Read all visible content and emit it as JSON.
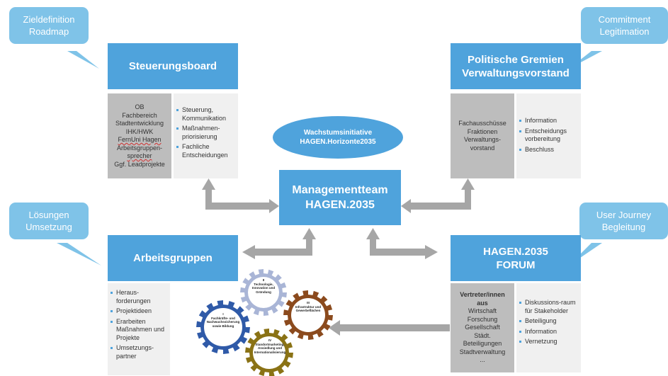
{
  "bubbles": {
    "top_left": [
      "Zieldefinition",
      "Roadmap"
    ],
    "top_right": [
      "Commitment",
      "Legitimation"
    ],
    "mid_left": [
      "Lösungen",
      "Umsetzung"
    ],
    "mid_right": [
      "User Journey",
      "Begleitung"
    ]
  },
  "steuerungsboard": {
    "title": "Steuerungsboard",
    "members": [
      "OB",
      "Fachbereich",
      "Stadtentwicklung",
      "IHK/HWK",
      "FernUni Hagen",
      "Arbeitsgruppen-",
      "sprecher",
      "Ggf. Leadprojekte"
    ],
    "tasks": [
      "Steuerung, Kommunikation",
      "Maßnahmen-priorisierung",
      "Fachliche Entscheidungen"
    ]
  },
  "gremien": {
    "title": [
      "Politische Gremien",
      "Verwaltungsvorstand"
    ],
    "members": [
      "Fachausschüsse",
      "Fraktionen",
      "Verwaltungs-",
      "vorstand"
    ],
    "tasks": [
      "Information",
      "Entscheidungs vorbereitung",
      "Beschluss"
    ]
  },
  "initiative": [
    "Wachstumsinitiative",
    "HAGEN.Horizonte2035"
  ],
  "management": [
    "Managementteam",
    "HAGEN.2035"
  ],
  "arbeitsgruppen": {
    "title": "Arbeitsgruppen",
    "tasks": [
      "Heraus-forderungen",
      "Projektideen",
      "Erarbeiten Maßnahmen und Projekte",
      "Umsetzungs-partner"
    ]
  },
  "forum": {
    "title": [
      "HAGEN.2035",
      "FORUM"
    ],
    "members_head": [
      "Vertreter/innen",
      "aus"
    ],
    "members": [
      "Wirtschaft",
      "Forschung",
      "Gesellschaft",
      "Städt.",
      "Beteiligungen",
      "Stadtverwaltung",
      "..."
    ],
    "tasks": [
      "Diskussions-raum für Stakeholder",
      "Beteiligung",
      "Information",
      "Vernetzung"
    ]
  },
  "gears": [
    {
      "label": "I\nFachkräfte- und Nachwuchssicherung sowie Bildung",
      "color": "#2f5aa8"
    },
    {
      "label": "II\nTechnologie, Innovation und Gründung",
      "color": "#a9b5d6"
    },
    {
      "label": "III\nInfrastruktur und Gewerbeflächen",
      "color": "#8b4a1d"
    },
    {
      "label": "IV\nStandortmarketing, Ansiedlung und Internationalisierung",
      "color": "#8a7215"
    }
  ],
  "colors": {
    "blue": "#4fa3dc",
    "bubble": "#7fc3e8",
    "arrow": "#a6a6a6",
    "grey": "#bdbdbd"
  }
}
